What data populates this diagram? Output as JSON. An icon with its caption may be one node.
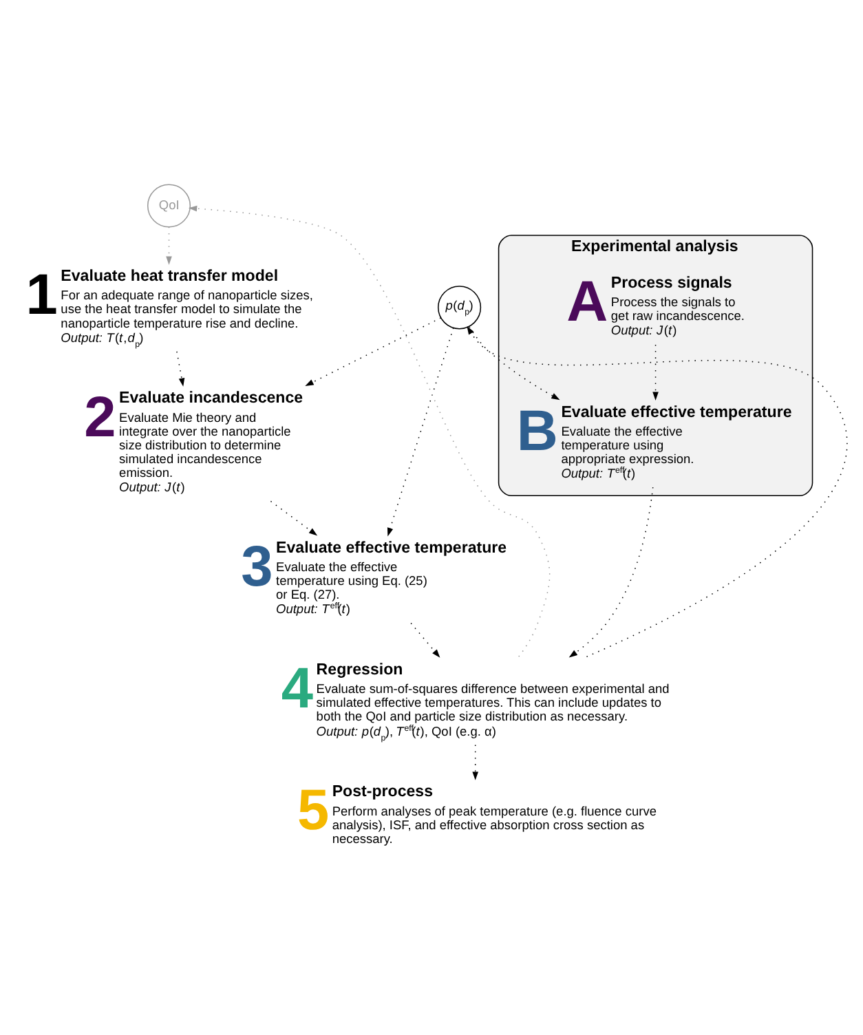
{
  "diagram": {
    "nodes": [
      {
        "text": [
          "QoI"
        ]
      },
      {
        "text": [
          "*p*(*d*$_{p}$)"
        ]
      },
      {
        "text": [
          "1",
          "Evaluate heat transfer model",
          "For an adequate range of nanoparticle sizes, use the heat transfer model to simulate the nanoparticle temperature rise and decline.",
          "*Output:* *T*(*t*,*d*$_{p}$)"
        ]
      },
      {
        "text": [
          "2",
          "Evaluate incandescence",
          "Evaluate Mie theory and integrate over the nanoparticle size distribution to determine simulated incandescence emission.",
          "*Output:* *J*(*t*)"
        ]
      },
      {
        "text": [
          "3",
          "Evaluate effective temperature",
          "Evaluate the effective temperature using Eq. (25) or Eq. (27).",
          "*Output:* *T*$^{eff}$(*t*)"
        ]
      },
      {
        "text": [
          "Experimental analysis"
        ]
      },
      {
        "text": [
          "A",
          "Process signals",
          "Process the signals to get raw incandescence.",
          "*Output:* *J*(*t*)"
        ],
        "in": 5
      },
      {
        "text": [
          "B",
          "Evaluate effective temperature",
          "Evaluate the effective temperature using appropriate expression.",
          "*Output:* *T*$^{eff}$(*t*)"
        ],
        "in": 5
      },
      {
        "text": [
          "4",
          "Regression",
          "Evaluate sum-of-squares difference between experimental and simulated effective temperatures. This can include updates to both the QoI and particle size distribution as necessary.",
          "*Output:* *p*(*d*$_{p}$), *T*$^{eff}$(*t*), QoI (e.g. α)"
        ]
      },
      {
        "text": [
          "5",
          "Post-process",
          "Perform analyses of peak temperature (e.g. fluence curve analysis), ISF, and effective absorption cross section as necessary."
        ]
      }
    ],
    "edges": [
      {
        "from": 0,
        "to": 2,
        "arrow": "to",
        "color": "#999999"
      },
      {
        "from": 2,
        "to": 3,
        "arrow": "to"
      },
      {
        "from": 1,
        "to": 3,
        "arrow": "to"
      },
      {
        "from": 1,
        "to": 4,
        "arrow": "to"
      },
      {
        "from": 1,
        "to": 7,
        "arrow": "to"
      },
      {
        "from": 3,
        "to": 4,
        "arrow": "to"
      },
      {
        "from": 6,
        "to": 7,
        "arrow": "to"
      },
      {
        "from": 4,
        "to": 8,
        "arrow": "to"
      },
      {
        "from": 7,
        "to": 8,
        "arrow": "to"
      },
      {
        "from": 8,
        "to": 1,
        "arrow": "to"
      },
      {
        "from": 8,
        "to": 0,
        "arrow": "to",
        "color": "#999999"
      },
      {
        "from": 8,
        "to": 9,
        "arrow": "to"
      }
    ]
  }
}
